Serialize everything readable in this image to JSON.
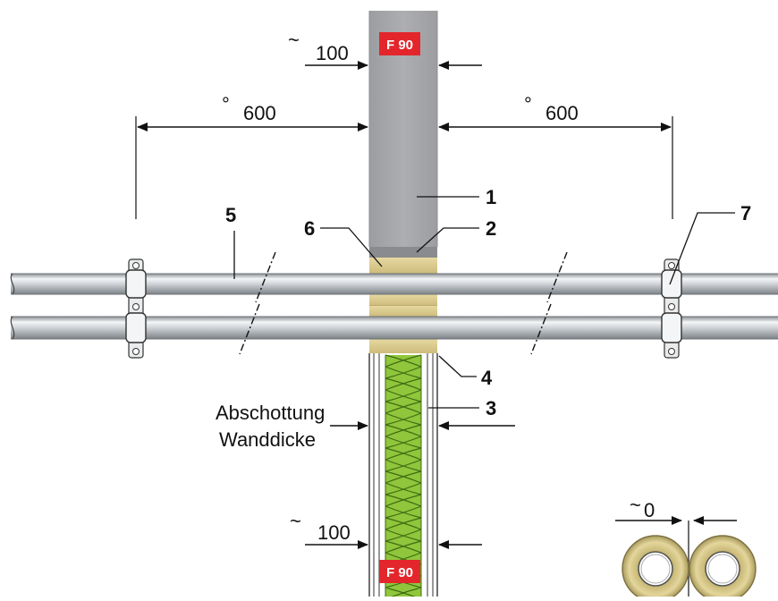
{
  "colors": {
    "wall": "#a8a9ac",
    "wall_edge": "#8e8f92",
    "seal": "#d9c88c",
    "seal_dark": "#bfae6e",
    "insulation": "#8fc63c",
    "insulation_dark": "#3f6b12",
    "pipe_light": "#eef0f2",
    "pipe_dark": "#8c9196",
    "badge": "#e3262c",
    "line": "#111111"
  },
  "badges": {
    "top": "F 90",
    "bottom": "F 90"
  },
  "dimensions": {
    "top_wall": {
      "symbol": "~",
      "value": "100"
    },
    "left_span": {
      "symbol": "°",
      "value": "600"
    },
    "right_span": {
      "symbol": "°",
      "value": "600"
    },
    "bottom_wall": {
      "symbol": "~",
      "value": "100"
    },
    "pipe_gap": {
      "symbol": "~",
      "value": "0"
    }
  },
  "labels": {
    "seal_note_line1": "Abschottung",
    "seal_note_line2": "Wanddicke"
  },
  "callouts": [
    "1",
    "2",
    "3",
    "4",
    "5",
    "6",
    "7"
  ],
  "icons": {
    "pipe_clamp": "pipe-clamp-icon",
    "break_mark": "break-line-icon",
    "pipe_section": "pipe-cross-section-icon"
  }
}
